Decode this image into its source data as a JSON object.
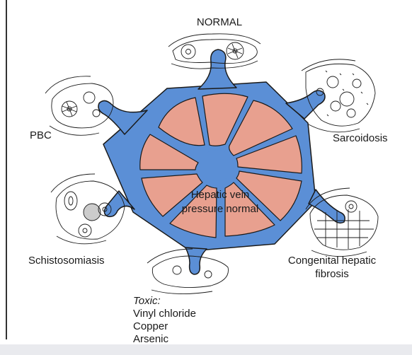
{
  "labels": {
    "normal": "NORMAL",
    "sarcoidosis": "Sarcoidosis",
    "pbc": "PBC",
    "schistosomiasis": "Schistosomiasis",
    "congenital_line1": "Congenital hepatic",
    "congenital_line2": "fibrosis",
    "center_line1": "Hepatic vein",
    "center_line2": "pressure normal",
    "toxic_heading": "Toxic:",
    "toxic_items": [
      "Vinyl chloride",
      "Copper",
      "Arsenic"
    ]
  },
  "colors": {
    "vessel_blue": "#5b8fd6",
    "parenchyma_pink": "#e8a08f",
    "outline": "#1a1a1a",
    "frame_line": "#333333",
    "bottom_bar": "#e9eaee"
  }
}
